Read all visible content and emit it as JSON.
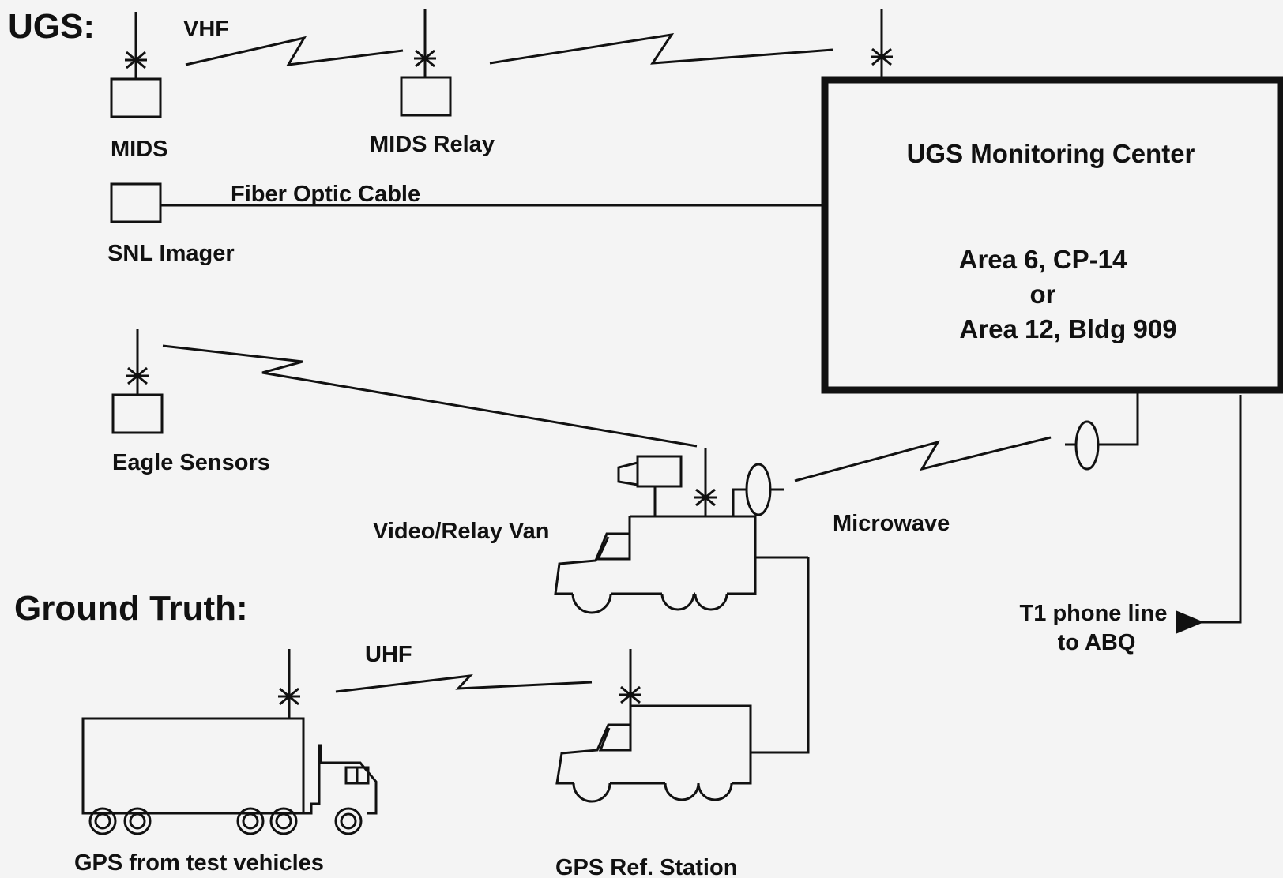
{
  "sections": {
    "ugs": "UGS:",
    "ground_truth": "Ground Truth:"
  },
  "labels": {
    "vhf": "VHF",
    "uhf": "UHF",
    "mids": "MIDS",
    "mids_relay": "MIDS Relay",
    "fiber_optic_cable": "Fiber Optic Cable",
    "snl_imager": "SNL Imager",
    "eagle_sensors": "Eagle Sensors",
    "video_relay_van": "Video/Relay Van",
    "microwave": "Microwave",
    "t1_line_1": "T1 phone line",
    "t1_line_2": "to ABQ",
    "gps_test_vehicles": "GPS from test vehicles",
    "gps_ref_station": "GPS Ref. Station"
  },
  "monitoring_center": {
    "title": "UGS Monitoring Center",
    "line1": "Area 6,  CP-14",
    "line2": "or",
    "line3": "Area 12, Bldg 909"
  }
}
